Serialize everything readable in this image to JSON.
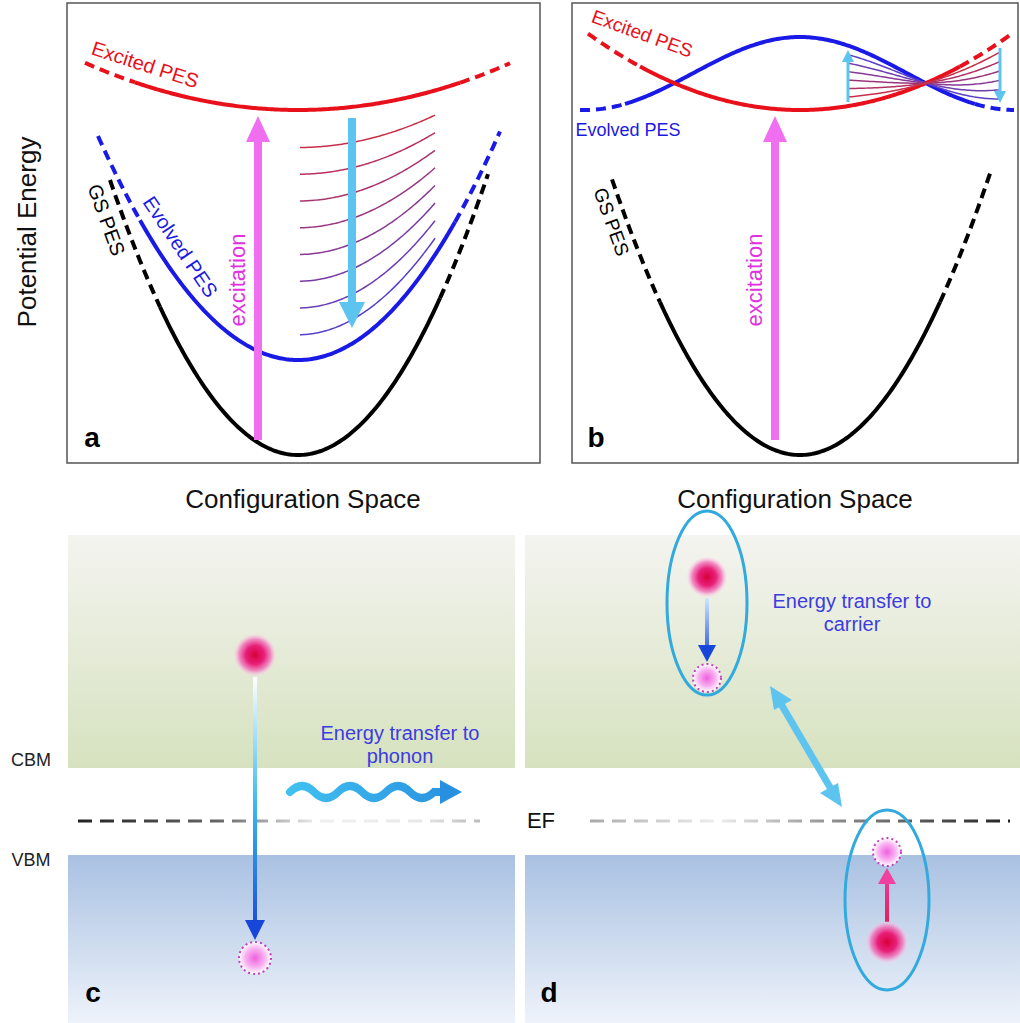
{
  "diagram": {
    "labels": [
      "Potential Energy",
      "Excited PES",
      "Evolved PES",
      "GS PES",
      "excitation",
      "a",
      "Excited PES",
      "Evolved PES",
      "GS PES",
      "excitation",
      "b",
      "Configuration Space",
      "Configuration Space",
      "CBM",
      "VBM",
      "Energy transfer to phonon",
      "EF",
      "Energy transfer to carrier",
      "c",
      "d"
    ]
  }
}
